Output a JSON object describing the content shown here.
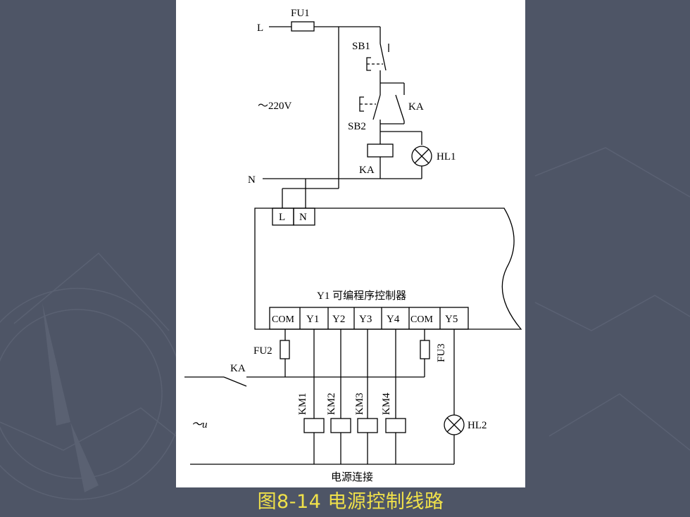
{
  "labels": {
    "fu1": "FU1",
    "line_l": "L",
    "line_n": "N",
    "voltage": "～220V",
    "sb1": "SB1",
    "sb2": "SB2",
    "ka_contact": "KA",
    "ka_coil": "KA",
    "hl1": "HL1",
    "plc_l": "L",
    "plc_n": "N",
    "plc_title": "Y1 可编程序控制器",
    "fu2": "FU2",
    "fu3": "FU3",
    "ka_switch": "KA",
    "supply": "～u",
    "km1": "KM1",
    "km2": "KM2",
    "km3": "KM3",
    "km4": "KM4",
    "hl2": "HL2",
    "power_label": "电源连接"
  },
  "terminals": [
    "COM",
    "Y1",
    "Y2",
    "Y3",
    "Y4",
    "COM",
    "Y5"
  ],
  "caption": "图8-14  电源控制线路",
  "colors": {
    "background": "#4e5566",
    "panel": "#ffffff",
    "caption": "#f0e14a"
  }
}
